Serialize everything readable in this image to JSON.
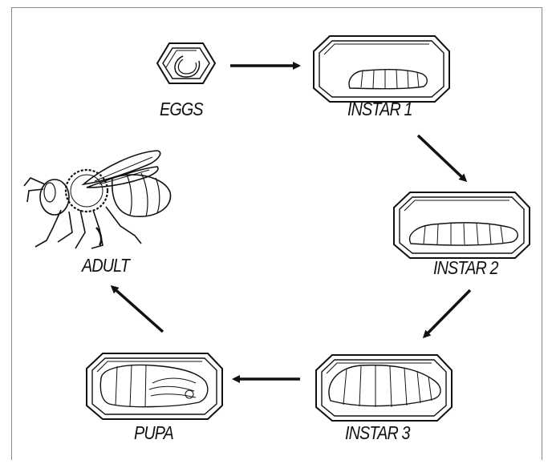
{
  "stages": {
    "eggs": "EGGS",
    "instar1": "INSTAR 1",
    "instar2": "INSTAR 2",
    "instar3": "INSTAR 3",
    "pupa": "PUPA",
    "adult": "ADULT"
  },
  "icons": {
    "eggs": "hexagonal-cell-with-egg",
    "instar1": "cell-with-small-larva",
    "instar2": "cell-with-larva",
    "instar3": "cell-with-large-larva",
    "pupa": "cell-with-pupa",
    "adult": "bee"
  },
  "colors": {
    "stroke": "#111111",
    "background": "#ffffff",
    "frame": "#8a8a8a"
  }
}
